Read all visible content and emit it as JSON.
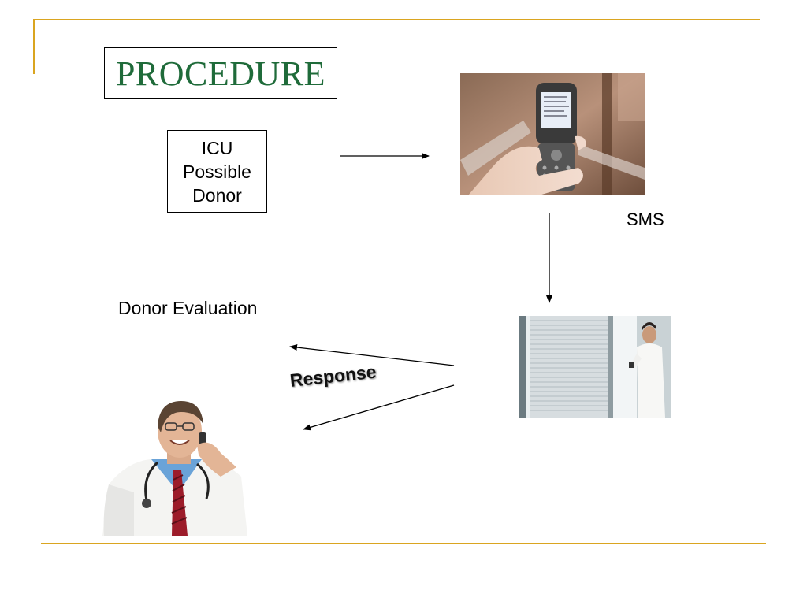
{
  "slide": {
    "title": "PROCEDURE",
    "icu_box": {
      "line1": "ICU",
      "line2": "Possible",
      "line3": "Donor"
    },
    "sms_label": "SMS",
    "donor_evaluation_label": "Donor Evaluation",
    "response_label": "Response"
  },
  "colors": {
    "rule": "#DAA520",
    "title": "#1F6B3A",
    "arrow": "#000000"
  },
  "images": {
    "phone": "phone-sms-photo",
    "window": "doctor-at-window-photo",
    "doctor": "doctor-on-phone-photo"
  }
}
